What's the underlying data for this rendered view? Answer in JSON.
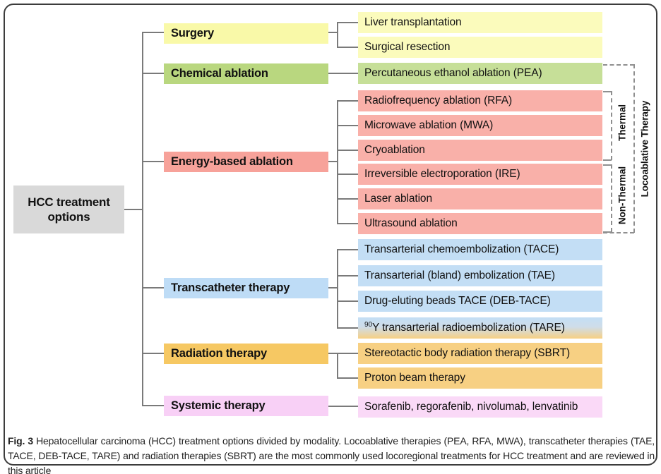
{
  "figure": {
    "root": {
      "line1": "HCC treatment",
      "line2": "options"
    },
    "branches": [
      {
        "label": "Surgery",
        "children": [
          {
            "text": "Liver transplantation"
          },
          {
            "text": "Surgical resection"
          }
        ]
      },
      {
        "label": "Chemical ablation",
        "children": [
          {
            "text": "Percutaneous ethanol ablation (PEA)"
          }
        ]
      },
      {
        "label": "Energy-based ablation",
        "children": [
          {
            "text": "Radiofrequency ablation (RFA)"
          },
          {
            "text": "Microwave ablation (MWA)"
          },
          {
            "text": "Cryoablation"
          },
          {
            "text": "Irreversible electroporation (IRE)"
          },
          {
            "text": "Laser ablation"
          },
          {
            "text": "Ultrasound ablation"
          }
        ]
      },
      {
        "label": "Transcatheter therapy",
        "children": [
          {
            "text": "Transarterial chemoembolization (TACE)"
          },
          {
            "text": "Transarterial (bland) embolization (TAE)"
          },
          {
            "text": "Drug-eluting beads TACE (DEB-TACE)"
          },
          {
            "sup": "90",
            "text": "Y transarterial radioembolization (TARE)"
          }
        ]
      },
      {
        "label": "Radiation therapy",
        "children": [
          {
            "text": "Stereotactic body radiation therapy (SBRT)"
          },
          {
            "text": "Proton beam therapy"
          }
        ]
      },
      {
        "label": "Systemic therapy",
        "children": [
          {
            "text": "Sorafenib, regorafenib, nivolumab, lenvatinib"
          }
        ]
      }
    ],
    "side_labels": [
      {
        "label": "Thermal"
      },
      {
        "label": "Non-Thermal"
      },
      {
        "label": "Locoablative Therapy"
      }
    ],
    "caption": {
      "fig_label": "Fig. 3",
      "text": "Hepatocellular carcinoma (HCC) treatment options divided by modality. Locoablative therapies (PEA, RFA, MWA), transcatheter therapies (TAE, TACE, DEB-TACE, TARE) and radiation therapies (SBRT) are the most commonly used locoregional treatments for HCC treatment and are reviewed in this article"
    },
    "palette": {
      "root_gray": "#d9d9d9",
      "surgery_category": "#f9f9a8",
      "surgery_leaf": "#fbfbbc",
      "chemical_category": "#b9d77f",
      "chemical_leaf": "#c6df98",
      "energy_category": "#f7a29a",
      "energy_leaf": "#f9b0a9",
      "transcatheter_category": "#bedcf6",
      "transcatheter_leaf": "#c3def5",
      "radiation_category": "#f6c863",
      "radiation_leaf": "#f7d083",
      "systemic_category": "#f8d0f6",
      "systemic_leaf": "#fad9f7",
      "tare_gradient_top": "#c3def5",
      "tare_gradient_bottom": "#f7d083",
      "connector_gray": "#7a7a7a",
      "bracket_gray": "#8f8f8f"
    }
  }
}
